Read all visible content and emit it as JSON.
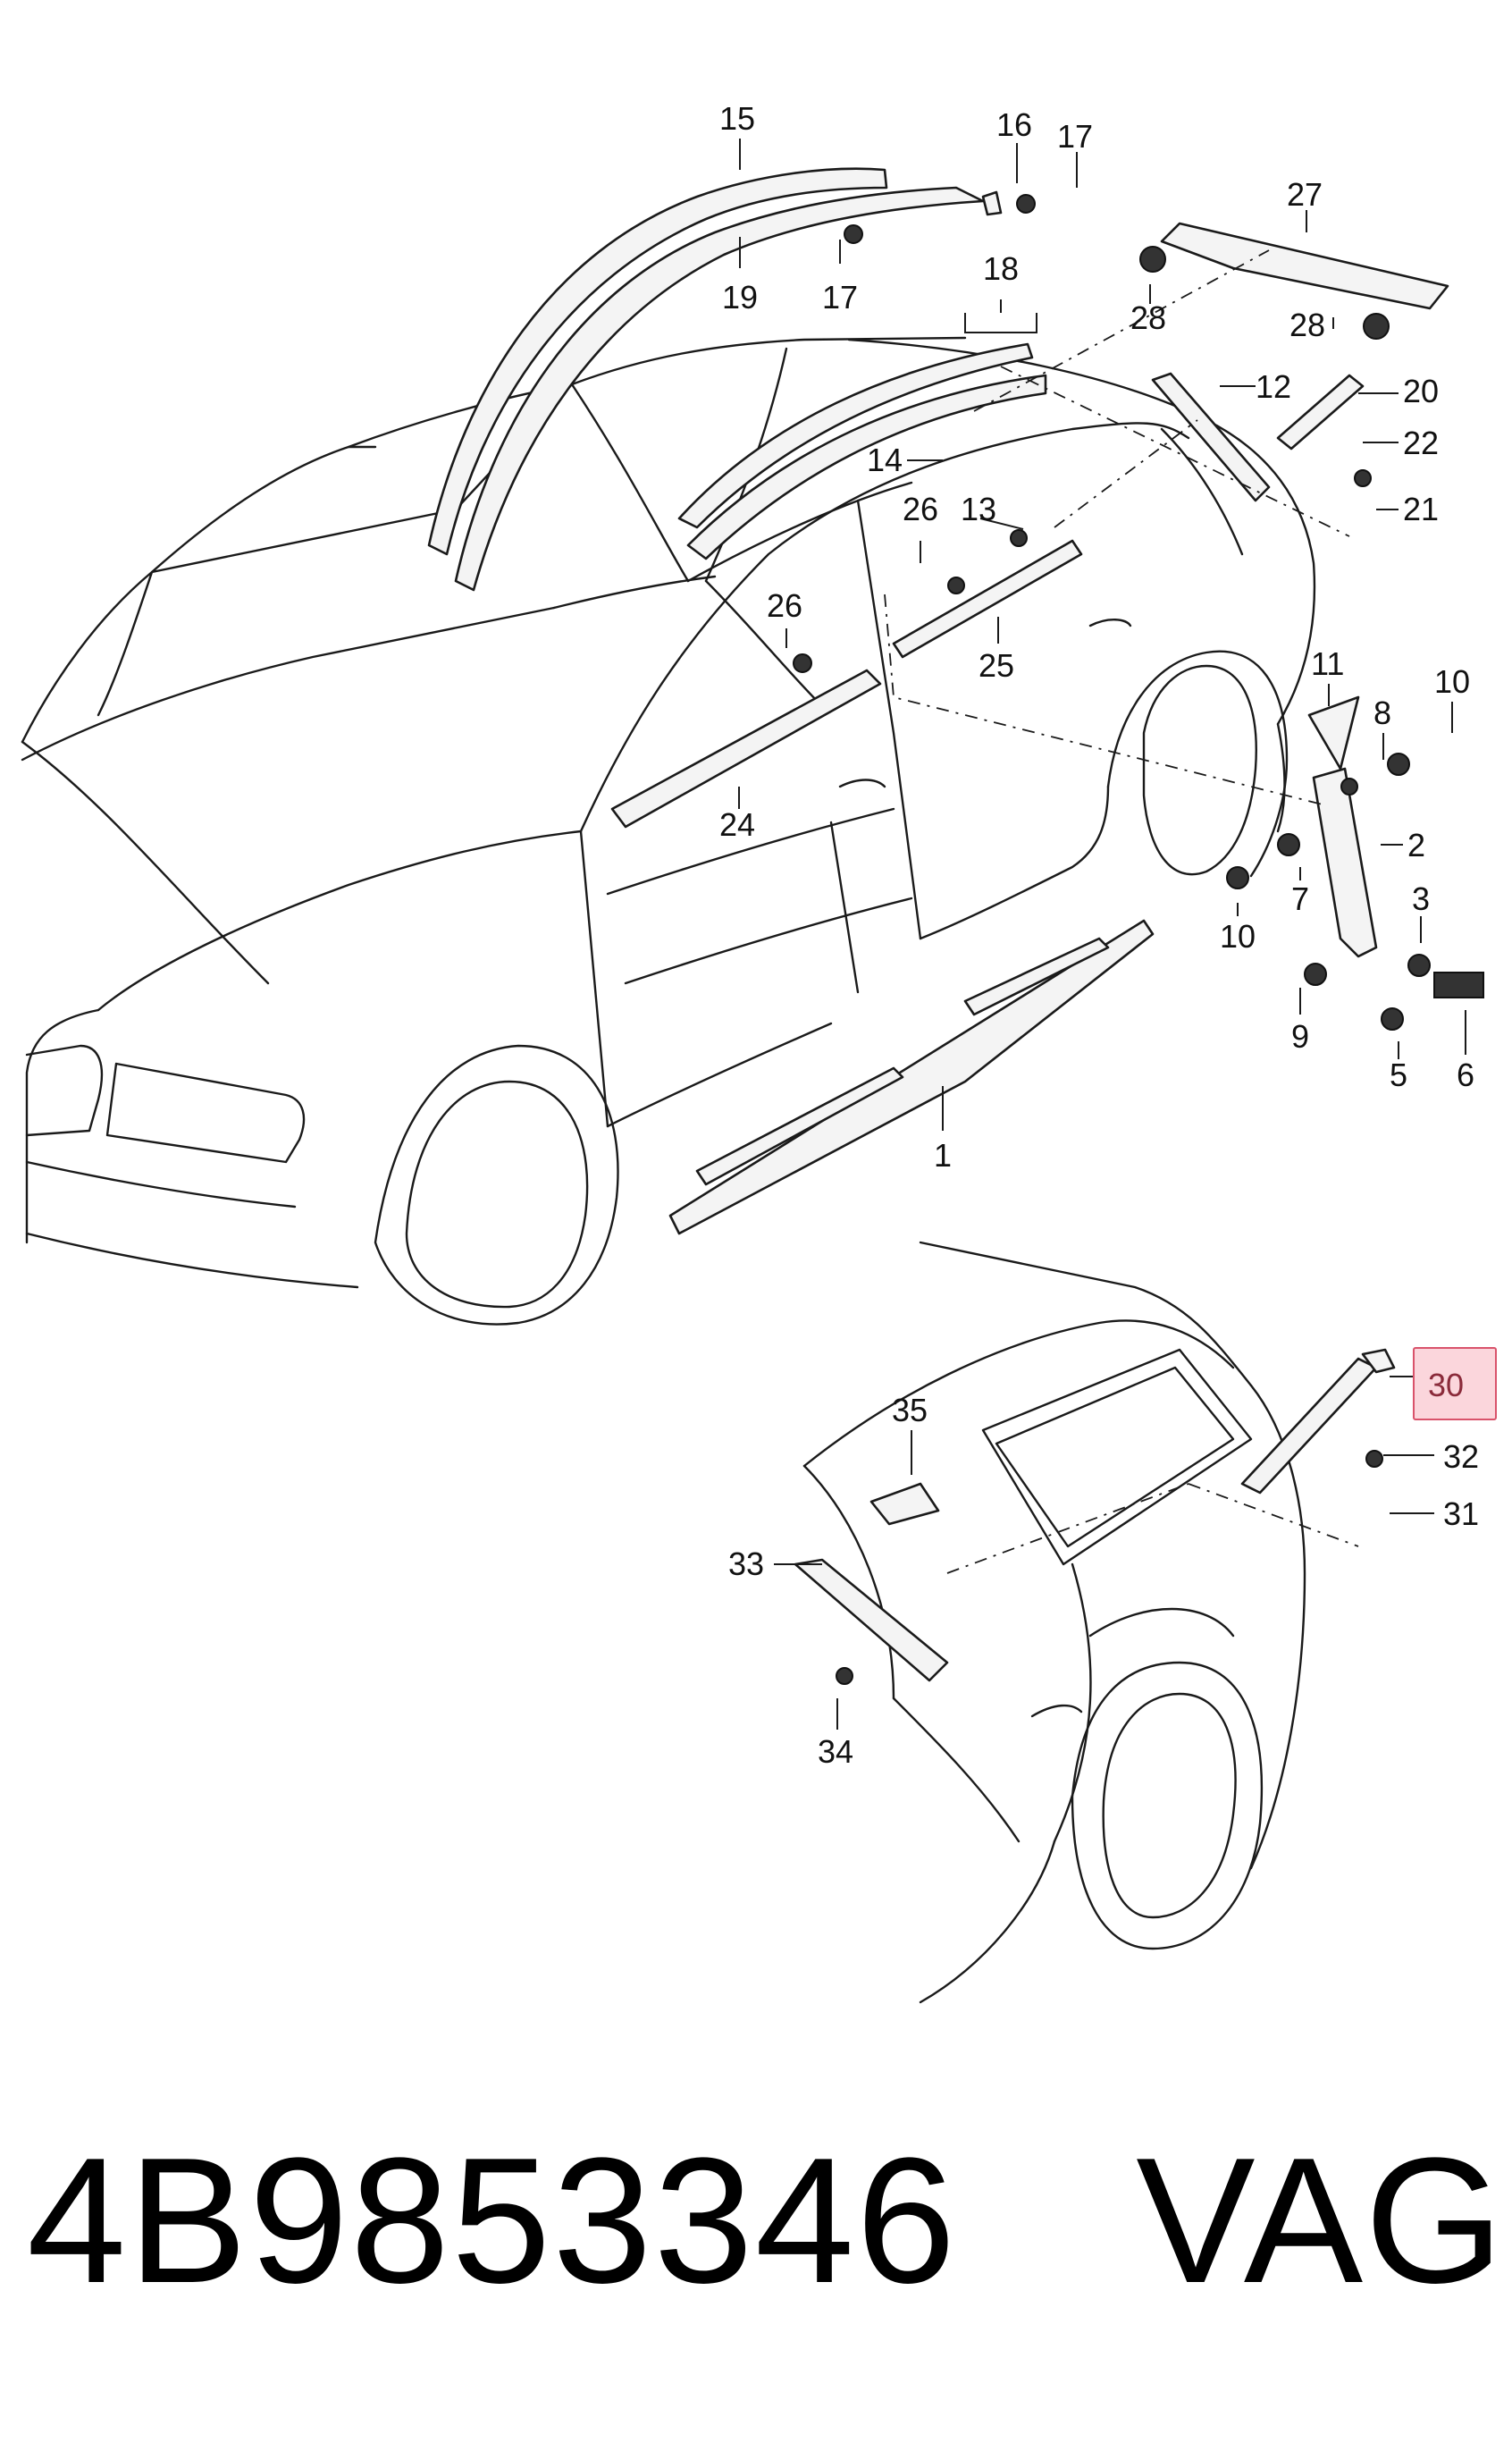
{
  "footer": {
    "part_number": "4B9853346",
    "brand": "VAG"
  },
  "highlight": {
    "label": "30",
    "color": "#d9536b",
    "fill": "#fbd6dc"
  },
  "callouts": {
    "c15": "15",
    "c16": "16",
    "c17a": "17",
    "c17b": "17",
    "c19": "19",
    "c27": "27",
    "c28a": "28",
    "c28b": "28",
    "c18": "18",
    "c12": "12",
    "c20": "20",
    "c22": "22",
    "c21": "21",
    "c14": "14",
    "c26a": "26",
    "c13": "13",
    "c26b": "26",
    "c25": "25",
    "c24": "24",
    "c11": "11",
    "c10a": "10",
    "c8": "8",
    "c2": "2",
    "c7": "7",
    "c3": "3",
    "c10b": "10",
    "c9": "9",
    "c5": "5",
    "c6": "6",
    "c1": "1",
    "c35": "35",
    "c32": "32",
    "c33": "33",
    "c31": "31",
    "c34": "34"
  }
}
